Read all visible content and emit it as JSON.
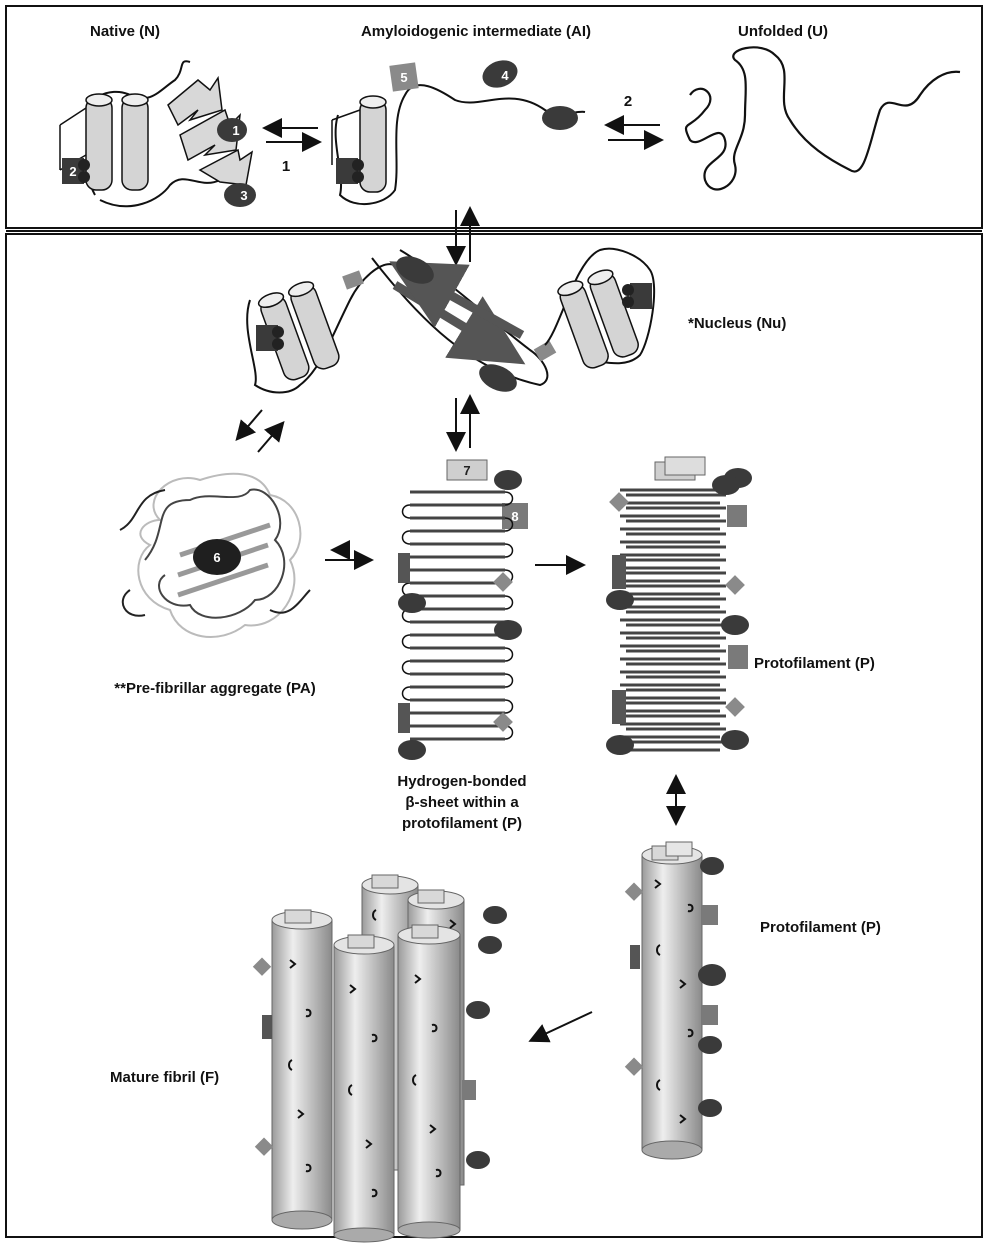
{
  "labels": {
    "native": "Native (N)",
    "intermediate": "Amyloidogenic intermediate (AI)",
    "unfolded": "Unfolded (U)",
    "nucleus": "*Nucleus (Nu)",
    "prefibrillar": "**Pre-fibrillar aggregate (PA)",
    "hbonded_1": "Hydrogen-bonded",
    "hbonded_2": "β-sheet within a",
    "hbonded_3": "protofilament (P)",
    "protofilament_1": "Protofilament (P)",
    "protofilament_2": "Protofilament (P)",
    "mature": "Mature fibril (F)"
  },
  "steps": {
    "step_1": "1",
    "step_2": "2"
  },
  "markers": {
    "m1": "1",
    "m2": "2",
    "m3": "3",
    "m4": "4",
    "m5": "5",
    "m6": "6",
    "m7": "7",
    "m8": "8"
  },
  "colors": {
    "cylinder": "#d4d4d4",
    "dark_blob": "#3a3a3a",
    "gray_square": "#7a7a7a",
    "light_square": "#cfcfcf",
    "frame": "#111111"
  }
}
